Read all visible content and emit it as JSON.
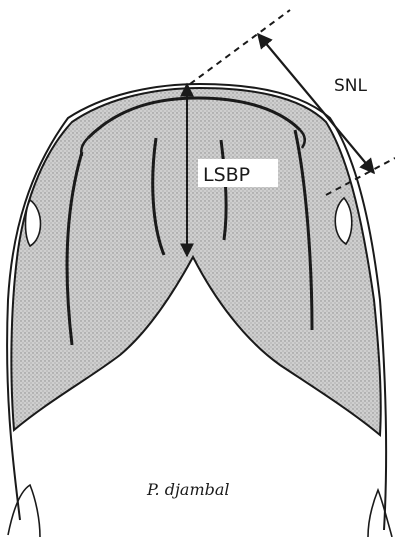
{
  "labels": {
    "snl": "SNL",
    "lsbp": "LSBP",
    "species": "P. djambal"
  },
  "colors": {
    "ink": "#1a1a1a",
    "shade": "#c9c9c9",
    "paper": "#ffffff"
  }
}
